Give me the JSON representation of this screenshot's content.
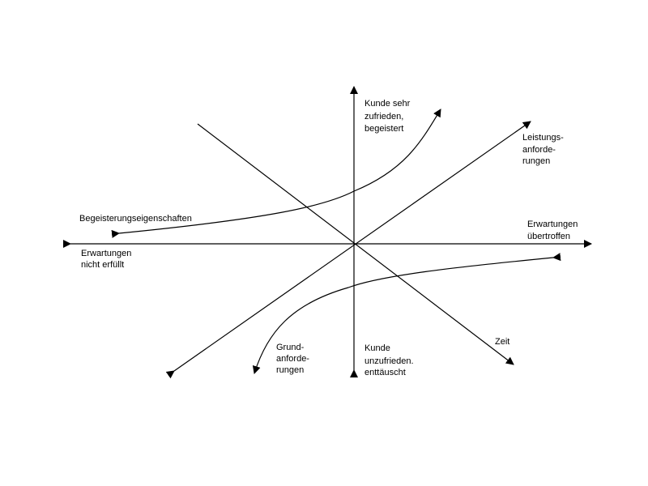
{
  "diagram": {
    "colors": {
      "stroke": "#000000",
      "background": "#ffffff"
    },
    "labels": {
      "top_axis": [
        "Kunde sehr",
        "zufrieden,",
        "begeistert"
      ],
      "bottom_axis": [
        "Kunde",
        "unzufrieden.",
        "enttäuscht"
      ],
      "right_axis": [
        "Erwartungen",
        "übertroffen"
      ],
      "left_axis": [
        "Erwartungen",
        "nicht erfüllt"
      ],
      "performance": [
        "Leistungs-",
        "anforde-",
        "rungen"
      ],
      "excitement": "Begeisterungseigenschaften",
      "basic": [
        "Grund-",
        "anforde-",
        "rungen"
      ],
      "time": "Zeit"
    }
  }
}
